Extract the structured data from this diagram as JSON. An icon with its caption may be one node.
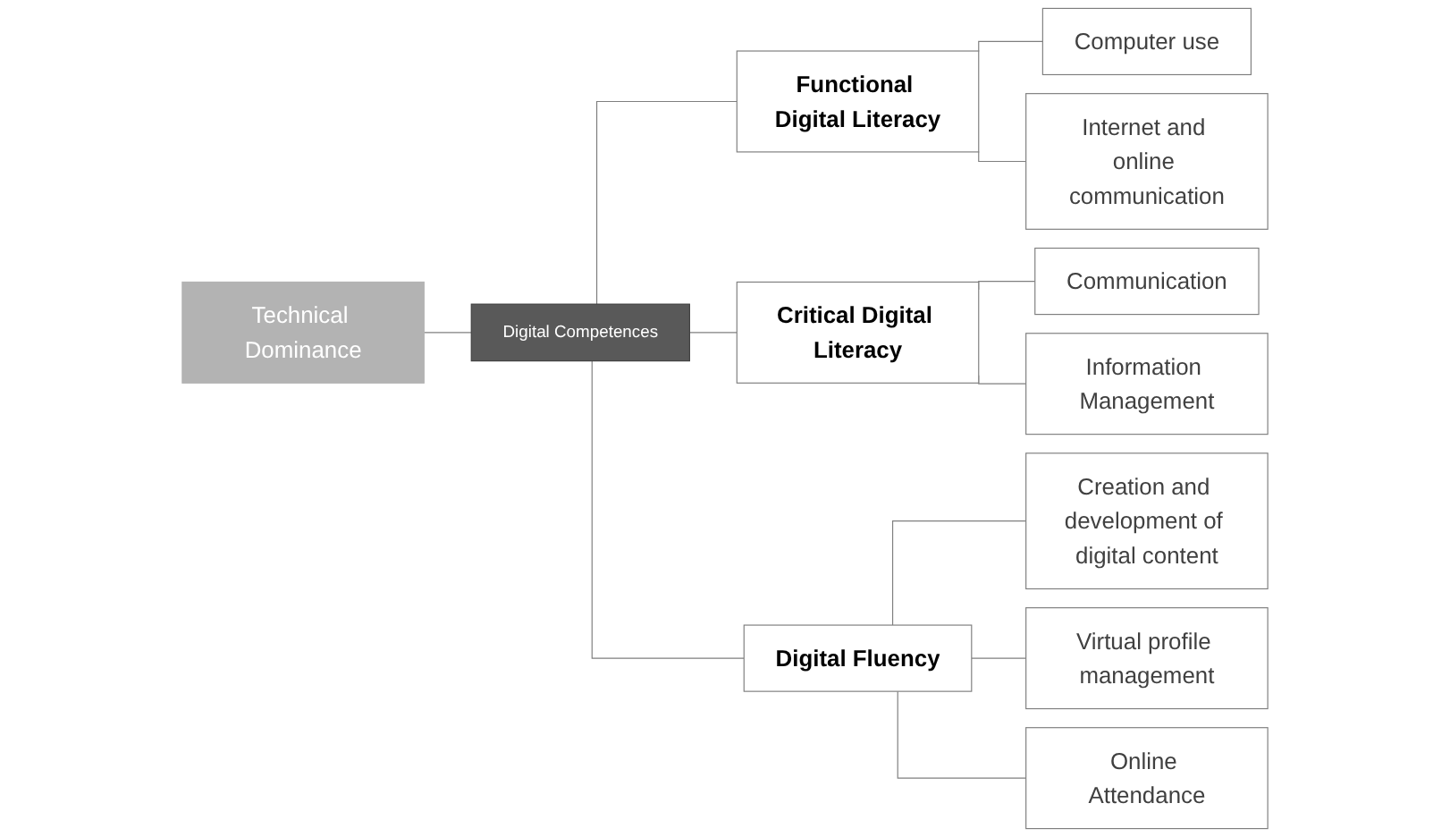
{
  "diagram": {
    "nodes": [
      {
        "text": [
          "Technical Dominance"
        ]
      },
      {
        "text": [
          "Digital Competences"
        ]
      },
      {
        "text": [
          "Functional Digital Literacy"
        ]
      },
      {
        "text": [
          "Critical Digital Literacy"
        ]
      },
      {
        "text": [
          "Digital Fluency"
        ]
      },
      {
        "text": [
          "Computer use"
        ]
      },
      {
        "text": [
          "Internet and online communication"
        ]
      },
      {
        "text": [
          "Communication"
        ]
      },
      {
        "text": [
          "Information Management"
        ]
      },
      {
        "text": [
          "Creation and development of digital content"
        ]
      },
      {
        "text": [
          "Virtual profile management"
        ]
      },
      {
        "text": [
          "Online Attendance"
        ]
      }
    ],
    "edges": [
      {
        "from": 0,
        "to": 1,
        "arrow": "none"
      },
      {
        "from": 1,
        "to": 2,
        "arrow": "none"
      },
      {
        "from": 1,
        "to": 3,
        "arrow": "none"
      },
      {
        "from": 1,
        "to": 4,
        "arrow": "none"
      },
      {
        "from": 2,
        "to": 5,
        "arrow": "none"
      },
      {
        "from": 2,
        "to": 6,
        "arrow": "none"
      },
      {
        "from": 3,
        "to": 7,
        "arrow": "none"
      },
      {
        "from": 3,
        "to": 8,
        "arrow": "none"
      },
      {
        "from": 4,
        "to": 9,
        "arrow": "none"
      },
      {
        "from": 4,
        "to": 10,
        "arrow": "none"
      },
      {
        "from": 4,
        "to": 11,
        "arrow": "none"
      }
    ]
  }
}
